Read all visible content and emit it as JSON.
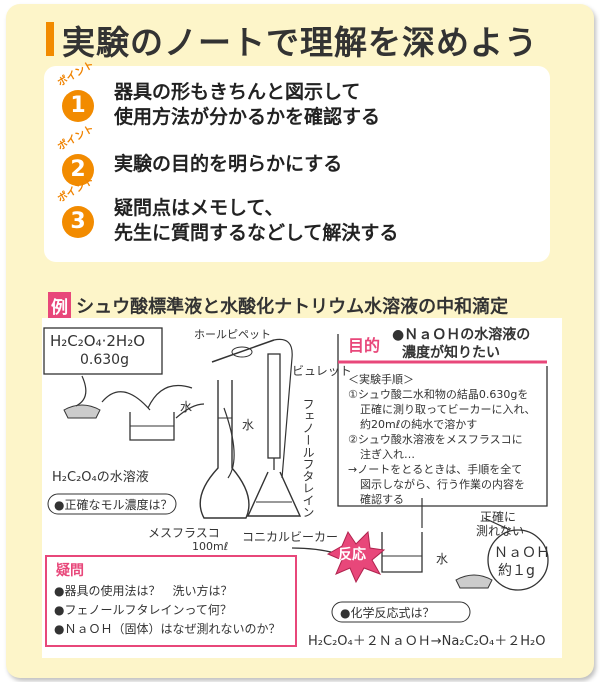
{
  "title": "実験のノートで理解を深めよう",
  "points": [
    {
      "label": "ポイント",
      "num": "1",
      "lines": [
        "器具の形もきちんと図示して",
        "使用方法が分かるかを確認する"
      ]
    },
    {
      "label": "ポイント",
      "num": "2",
      "lines": [
        "実験の目的を明らかにする"
      ]
    },
    {
      "label": "ポイント",
      "num": "3",
      "lines": [
        "疑問点はメモして、",
        "先生に質問するなどして解決する"
      ]
    }
  ],
  "example": {
    "tag": "例",
    "text": "シュウ酸標準液と水酸化ナトリウム水溶液の中和滴定"
  },
  "notebook": {
    "formula": "H₂C₂O₄·2H₂O",
    "mass": "0.630g",
    "pipette": "ホールピペット",
    "burette": "ビュレット",
    "phenol": "フェノールフタレイン",
    "water1": "水",
    "water2": "水",
    "water3": "水",
    "oxalic_solution": "H₂C₂O₄の水溶液",
    "molarity_q": "●正確なモル濃度は？",
    "flask": "メスフラスコ",
    "flask_vol": "100mℓ",
    "conical": "コニカルビーカー",
    "purpose_tag": "目的",
    "purpose_1": "●ＮａＯＨの水溶液の",
    "purpose_2": "濃度が知りたい",
    "proc_title": "＜実験手順＞",
    "proc_lines": [
      "①シュウ酸二水和物の結晶0.630gを",
      "正確に測り取ってビーカーに入れ、",
      "約20mℓの純水で溶かす",
      "②シュウ酸水溶液をメスフラスコに",
      "注ぎ入れ…",
      "→ノートをとるときは、手順を全て",
      "図示しながら、行う作業の内容を",
      "確認する"
    ],
    "cannot_1": "正確に",
    "cannot_2": "測れない",
    "naoh": "ＮａＯＨ",
    "naoh_mass": "約１g",
    "reaction": "反応",
    "reaction_q": "●化学反応式は？",
    "equation": "H₂C₂O₄＋２ＮａＯＨ→Na₂C₂O₄＋２H₂O",
    "questions_title": "疑問",
    "questions": [
      "●器具の使用法は？　洗い方は？",
      "●フェノールフタレインって何？",
      "●ＮａＯＨ（固体）はなぜ測れないのか？"
    ]
  },
  "colors": {
    "accent": "#f28b00",
    "pink": "#e8477a",
    "card": "#fdf5c9",
    "ink": "#333333"
  }
}
